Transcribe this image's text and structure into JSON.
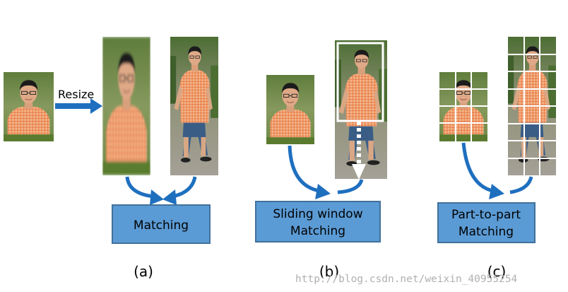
{
  "panels": {
    "a": {
      "label": "(a)",
      "resize_label": "Resize",
      "box_label": "Matching"
    },
    "b": {
      "label": "(b)",
      "box_line1": "Sliding window",
      "box_line2": "Matching"
    },
    "c": {
      "label": "(c)",
      "box_line1": "Part-to-part",
      "box_line2": "Matching"
    }
  },
  "watermark": "http://blog.csdn.net/weixin_40955254",
  "colors": {
    "box_fill": "#5b9bd5",
    "box_stroke": "#41719c",
    "arrow": "#1f6fbf",
    "grid_line": "#ffffff"
  },
  "icons": {
    "person_photo": "person-photo-icon"
  }
}
